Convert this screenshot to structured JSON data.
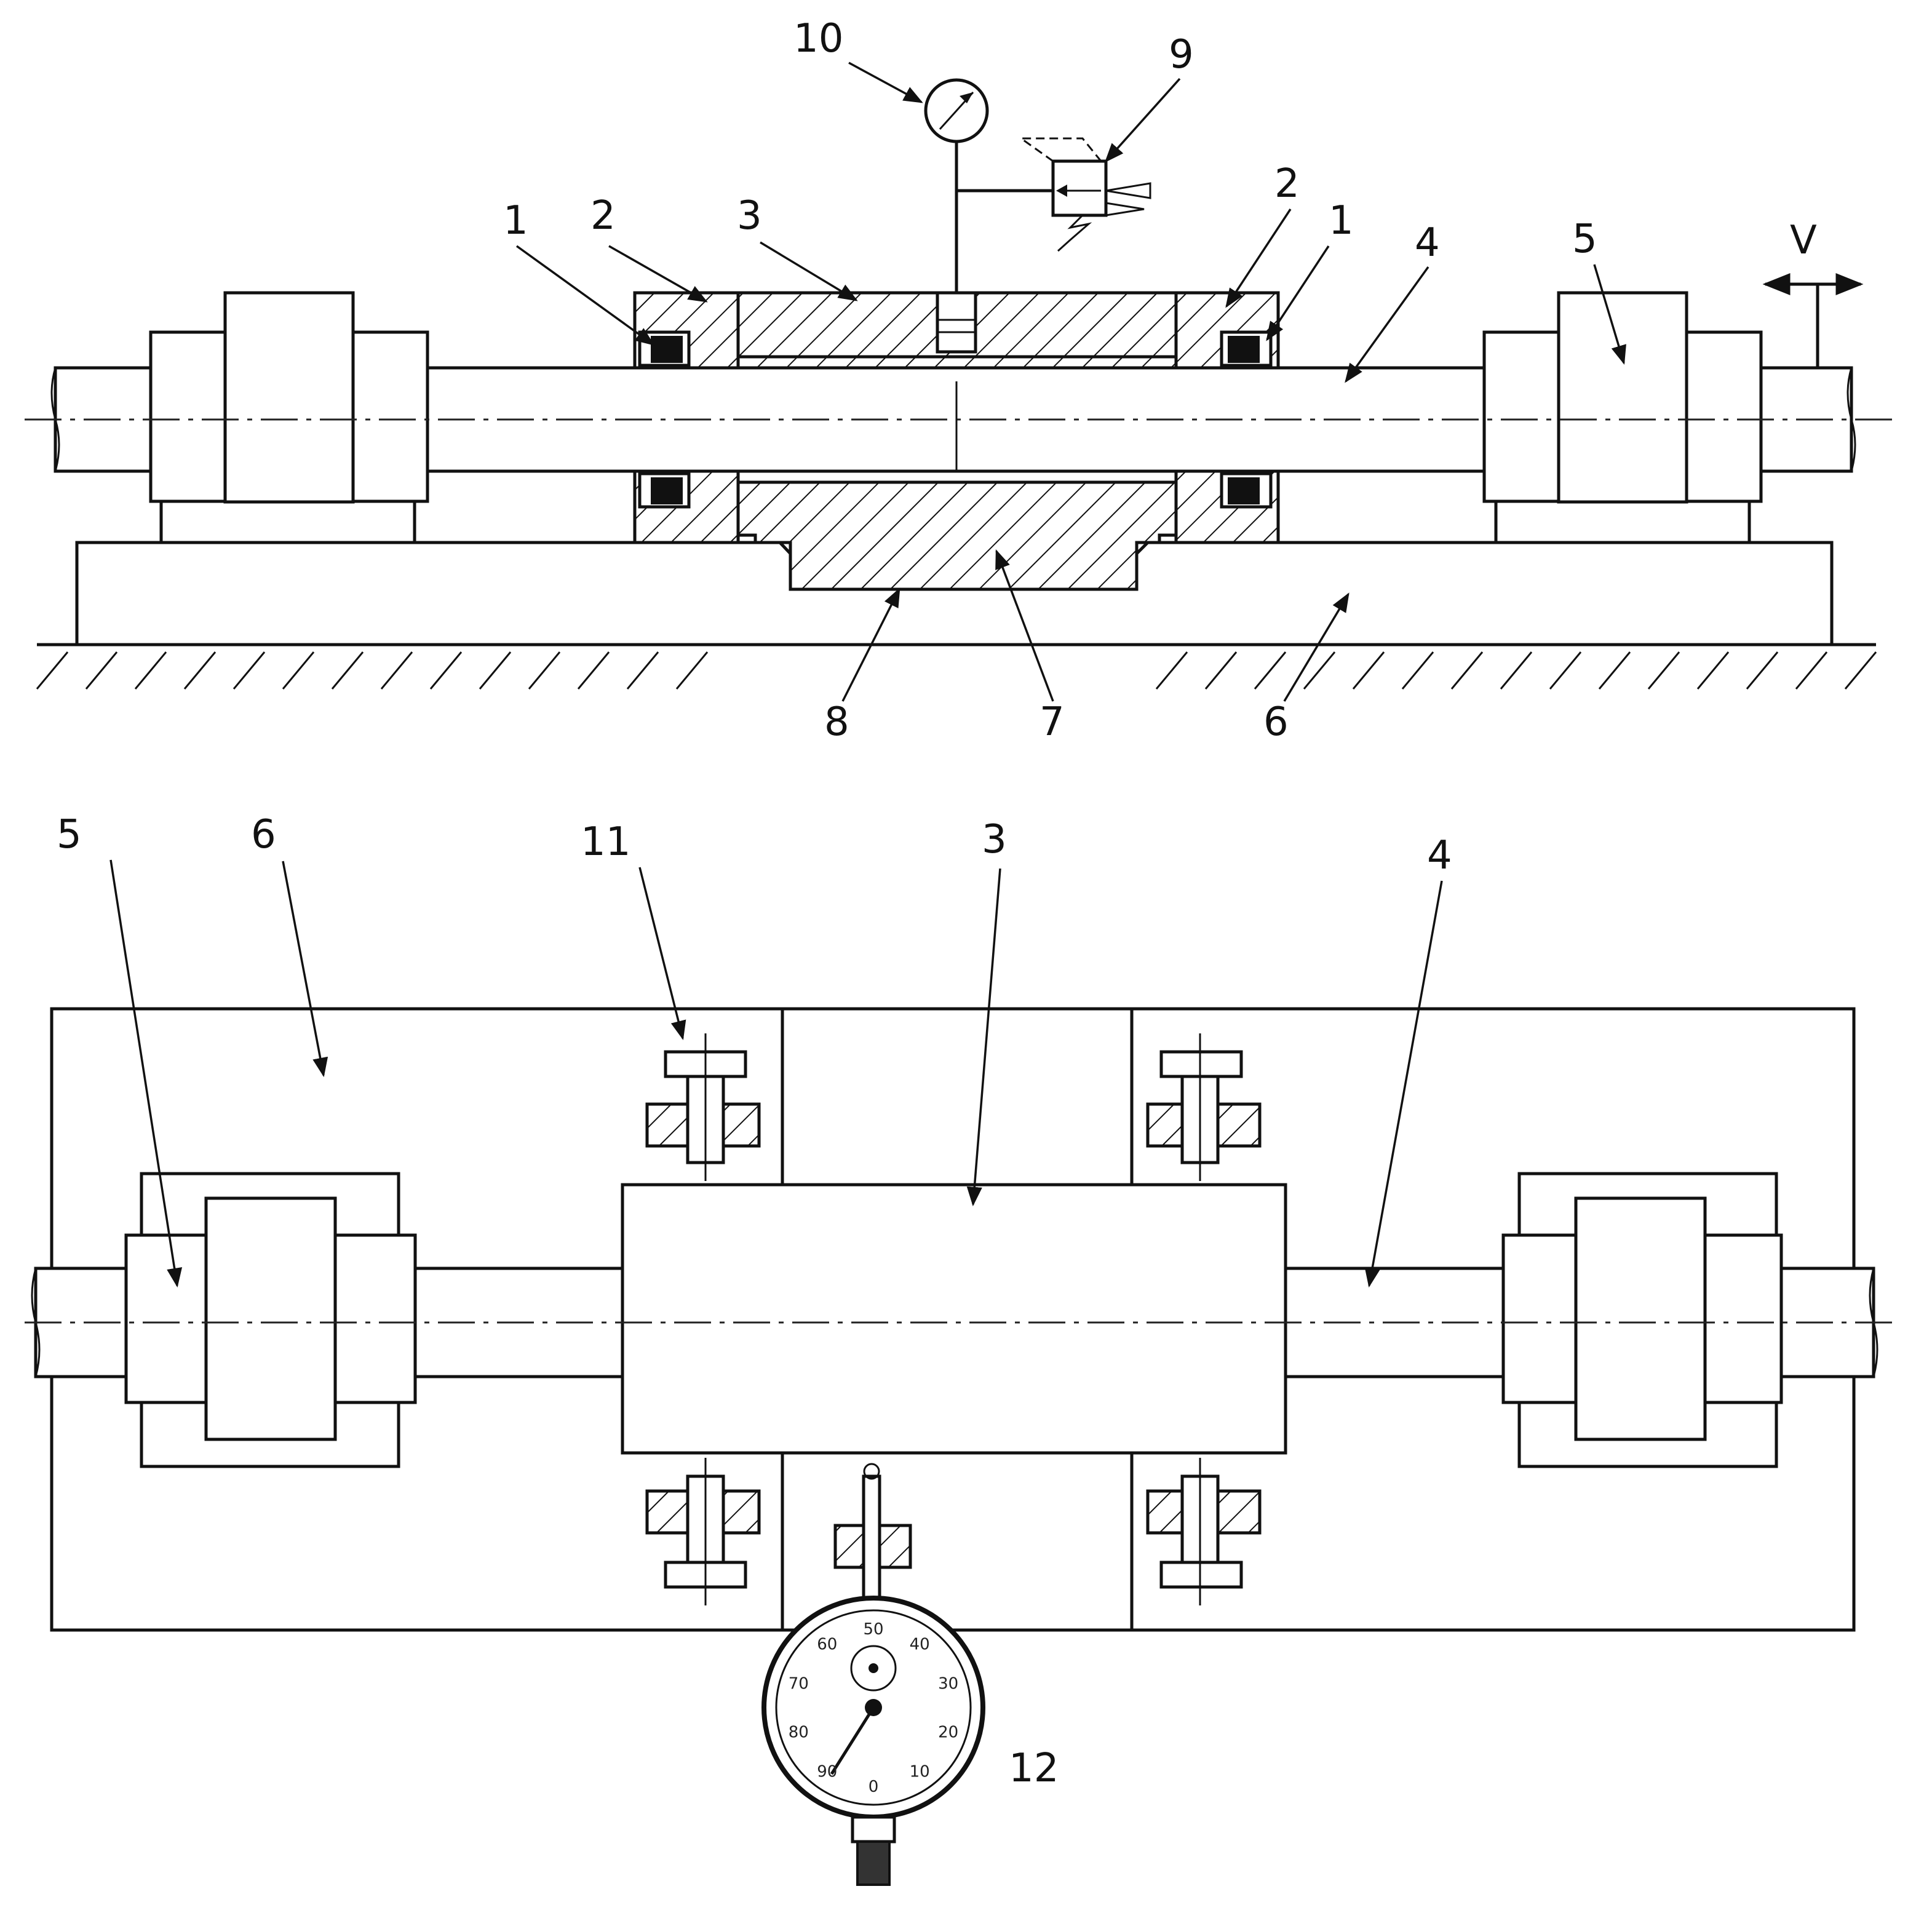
{
  "labels": {
    "seal": "1",
    "seal_housing": "2",
    "bushing": "3",
    "shaft": "4",
    "chuck": "5",
    "base": "6",
    "bushing_insert": "7",
    "recess": "8",
    "valve": "9",
    "pressure_gauge": "10",
    "bolt": "11",
    "dial_indicator": "12",
    "velocity": "V"
  },
  "dial_scale": [
    "0",
    "10",
    "20",
    "30",
    "40",
    "50",
    "60",
    "70",
    "80",
    "90"
  ]
}
